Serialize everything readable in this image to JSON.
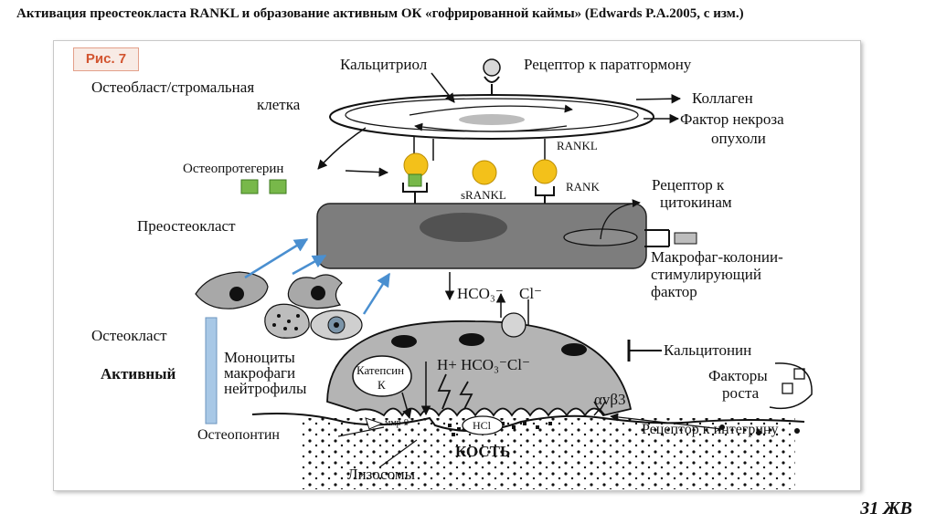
{
  "title": "Активация преостеокласта RANKL и образование активным ОК «гофрированной каймы» (Edwards P.A.2005, с изм.)",
  "figure_label": "Рис. 7",
  "page_number": "31 ЖВ",
  "labels": {
    "calcitriol": "Кальцитриол",
    "pth_receptor": "Рецептор к паратгормону",
    "osteoblast_1": "Остеобласт/стромальная",
    "osteoblast_2": "клетка",
    "collagen": "Коллаген",
    "tnf_1": "Фактор некроза",
    "tnf_2": "опухоли",
    "rankl": "RANKL",
    "osteoprotegerin": "Остеопротегерин",
    "srankl": "sRANKL",
    "rank": "RANK",
    "cytokine_receptor_1": "Рецептор к",
    "cytokine_receptor_2": "цитокинам",
    "preosteoclast": "Преостеокласт",
    "mcsf_1": "Макрофаг-колонии-",
    "mcsf_2": "стимулирующий",
    "mcsf_3": "фактор",
    "hco3_top": "HCO₃⁻",
    "cl_top": "Cl⁻",
    "osteoclast": "Остеокласт",
    "active": "Активный",
    "monocytes_1": "Моноциты",
    "monocytes_2": "макрофаги",
    "monocytes_3": "нейтрофилы",
    "cathepsin_1": "Катепсин",
    "cathepsin_2": "К",
    "ion_exchange": "H+ HCO₃⁻Cl⁻",
    "calcitonin": "Кальцитонин",
    "growth_factors_1": "Факторы",
    "growth_factors_2": "роста",
    "integrin": "αvβ3",
    "mmp9": "ммр-9",
    "hcl": "HCl",
    "osteopontin": "Остеопонтин",
    "integrin_receptor": "Рецептор к интегрину",
    "bone": "КОСТЬ",
    "lysosomes": "Лизосомы"
  }
}
